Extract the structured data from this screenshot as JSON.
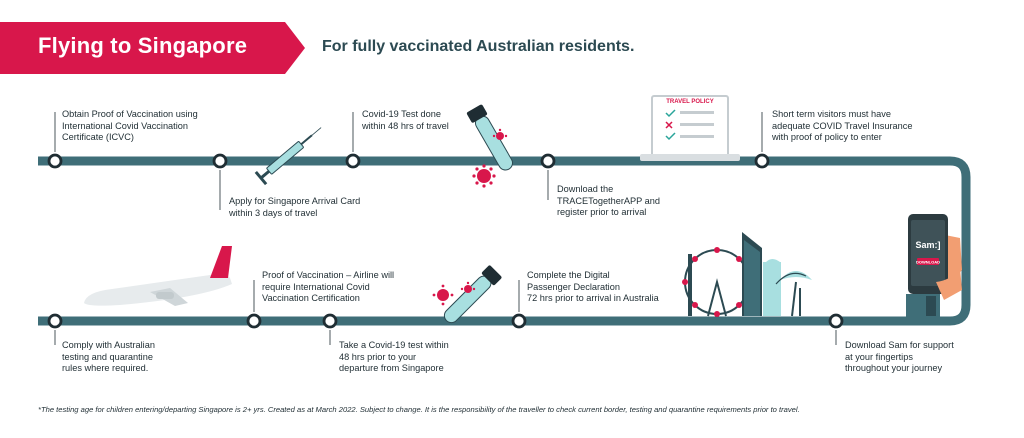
{
  "header": {
    "title": "Flying to Singapore",
    "subtitle": "For fully vaccinated Australian residents."
  },
  "steps": [
    {
      "id": "proof-of-vaccination",
      "lines": [
        "Obtain Proof of Vaccination using",
        "International Covid Vaccination",
        "Certificate (ICVC)"
      ]
    },
    {
      "id": "arrival-card",
      "lines": [
        "Apply for Singapore Arrival Card",
        "within 3 days of travel"
      ]
    },
    {
      "id": "covid-test-48",
      "lines": [
        "Covid-19 Test done",
        "within 48 hrs of travel"
      ]
    },
    {
      "id": "tracetogether",
      "lines": [
        "Download the",
        "TRACETogetherAPP and",
        "register prior to arrival"
      ]
    },
    {
      "id": "travel-insurance",
      "lines": [
        "Short term visitors must have",
        "adequate COVID Travel Insurance",
        "with proof of policy to enter"
      ]
    },
    {
      "id": "download-sam",
      "lines": [
        "Download Sam for support",
        "at your fingertips",
        "throughout your journey"
      ]
    },
    {
      "id": "digital-passenger-declaration",
      "lines": [
        "Complete the Digital",
        "Passenger Declaration",
        "72 hrs prior to arrival in Australia"
      ]
    },
    {
      "id": "covid-test-singapore",
      "lines": [
        "Take a Covid-19 test within",
        "48 hrs prior to your",
        "departure from Singapore"
      ]
    },
    {
      "id": "airline-proof",
      "lines": [
        "Proof of Vaccination – Airline will",
        "require International Covid",
        "Vaccination Certification"
      ]
    },
    {
      "id": "australian-quarantine",
      "lines": [
        "Comply with Australian",
        "testing and quarantine",
        "rules where required."
      ]
    }
  ],
  "illustrations": {
    "travel_policy_label": "TRAVEL POLICY",
    "phone_app_label": "Sam:]",
    "phone_button_label": "DOWNLOAD"
  },
  "footnote": "*The testing age for children entering/departing Singapore is 2+ yrs. Created as at March 2022. Subject to change. It is the responsibility of the traveller to check current border, testing and quarantine requirements prior to travel.",
  "colors": {
    "brand_red": "#d8174b",
    "track": "#3f6e78",
    "teal_light": "#a8dfe0",
    "text_dark": "#1f2d33"
  }
}
